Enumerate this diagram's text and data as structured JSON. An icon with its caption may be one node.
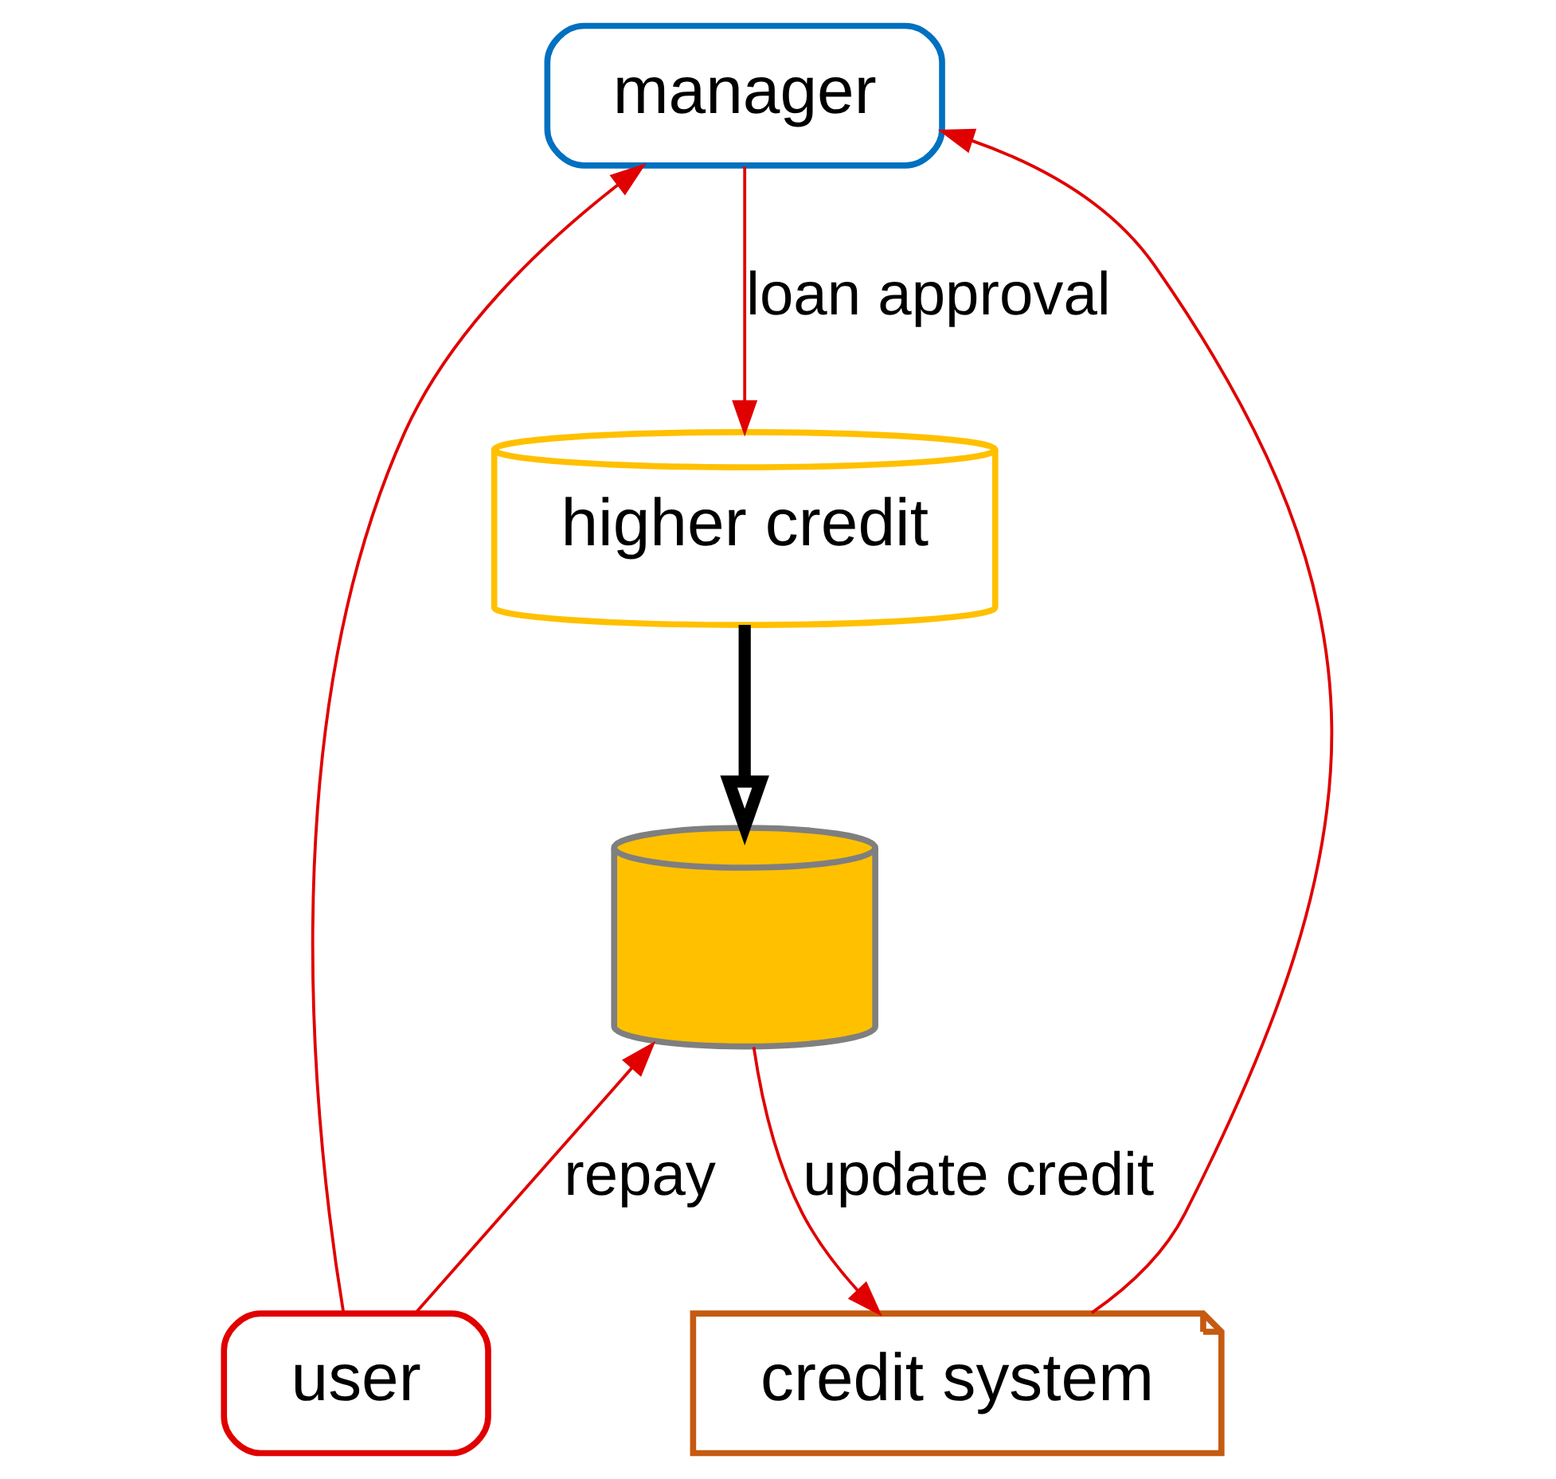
{
  "diagram": {
    "nodes": [
      {
        "text": [
          "manager"
        ]
      },
      {
        "text": [
          "credit system"
        ]
      },
      {
        "text": [
          "higher credit"
        ]
      },
      {
        "text": [
          "user"
        ]
      },
      {
        "text": [],
        "shape": "picture"
      }
    ],
    "edges": [
      {
        "from": 1,
        "to": 0,
        "arrow": "to"
      },
      {
        "from": 3,
        "to": 0,
        "arrow": "to"
      },
      {
        "from": 0,
        "to": 2,
        "arrow": "to",
        "label": "loan approval"
      },
      {
        "from": 2,
        "to": 4,
        "arrow": "to",
        "style": "thick",
        "color": "#000000"
      },
      {
        "from": 3,
        "to": 4,
        "arrow": "to",
        "label": "repay"
      },
      {
        "from": 4,
        "to": 1,
        "arrow": "to",
        "label": "update credit"
      }
    ]
  }
}
